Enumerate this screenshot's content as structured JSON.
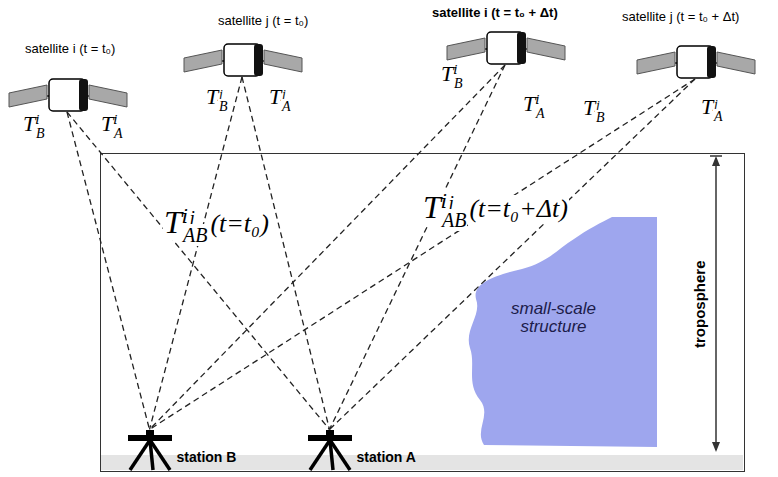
{
  "diagram": {
    "nodes": [
      {
        "text": [
          "satellite i (t = t₀)",
          "Tⁱ",
          "B",
          "Tⁱ",
          "A"
        ]
      },
      {
        "text": [
          "satellite j (t = t₀)",
          "Tʲ",
          "B",
          "Tʲ",
          "A"
        ]
      },
      {
        "text": [
          "satellite i (t = t₀ + Δt)",
          "Tⁱ",
          "B",
          "Tⁱ",
          "A"
        ]
      },
      {
        "text": [
          "satellite j (t = t₀ + Δt)",
          "Tʲ",
          "B",
          "Tʲ",
          "A"
        ]
      },
      {
        "text": [
          "troposphere"
        ]
      },
      {
        "text": [
          "station B"
        ],
        "in": 4
      },
      {
        "text": [
          "station A"
        ],
        "in": 4
      },
      {
        "text": [
          "small-scale structure"
        ],
        "in": 4
      }
    ],
    "edges": [
      {
        "from": 0,
        "to": 5,
        "arrow": "none"
      },
      {
        "from": 0,
        "to": 6,
        "arrow": "none"
      },
      {
        "from": 1,
        "to": 5,
        "arrow": "none"
      },
      {
        "from": 1,
        "to": 6,
        "arrow": "none"
      },
      {
        "from": 2,
        "to": 5,
        "arrow": "none"
      },
      {
        "from": 2,
        "to": 6,
        "arrow": "none"
      },
      {
        "from": 3,
        "to": 5,
        "arrow": "none"
      },
      {
        "from": 3,
        "to": 6,
        "arrow": "none"
      }
    ],
    "labels": [
      "Tⁱʲ",
      "AB",
      "(t=t₀)",
      "Tⁱʲ",
      "AB",
      "(t=t₀+Δt)"
    ]
  }
}
